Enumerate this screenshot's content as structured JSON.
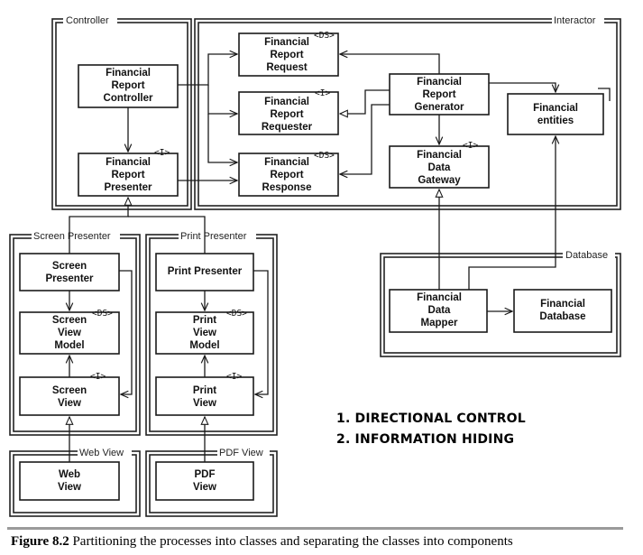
{
  "frames": {
    "controller": "Controller",
    "interactor": "Interactor",
    "database": "Database",
    "screen_presenter": "Screen Presenter",
    "print_presenter": "Print Presenter",
    "web_view": "Web View",
    "pdf_view": "PDF View"
  },
  "boxes": {
    "report_controller": [
      "Financial",
      "Report",
      "Controller"
    ],
    "report_presenter": [
      "Financial",
      "Report",
      "Presenter"
    ],
    "report_request": [
      "Financial",
      "Report",
      "Request"
    ],
    "report_requester": [
      "Financial",
      "Report",
      "Requester"
    ],
    "report_response": [
      "Financial",
      "Report",
      "Response"
    ],
    "report_generator": [
      "Financial",
      "Report",
      "Generator"
    ],
    "data_gateway": [
      "Financial",
      "Data",
      "Gateway"
    ],
    "entities": [
      "Financial",
      "entities"
    ],
    "data_mapper": [
      "Financial",
      "Data",
      "Mapper"
    ],
    "database": [
      "Financial",
      "Database"
    ],
    "screen_presenter": [
      "Screen",
      "Presenter"
    ],
    "screen_view_model": [
      "Screen",
      "View",
      "Model"
    ],
    "screen_view": [
      "Screen",
      "View"
    ],
    "print_presenter": [
      "Print Presenter"
    ],
    "print_view_model": [
      "Print",
      "View",
      "Model"
    ],
    "print_view": [
      "Print",
      "View"
    ],
    "web_view": [
      "Web",
      "View"
    ],
    "pdf_view": [
      "PDF",
      "View"
    ]
  },
  "stereotypes": {
    "ds": "<DS>",
    "i": "<I>"
  },
  "notes": {
    "line1": "1. DIRECTIONAL CONTROL",
    "line2": "2. INFORMATION HIDING"
  },
  "caption": {
    "label": "Figure 8.2",
    "text": " Partitioning the processes into classes and separating the classes into components"
  }
}
